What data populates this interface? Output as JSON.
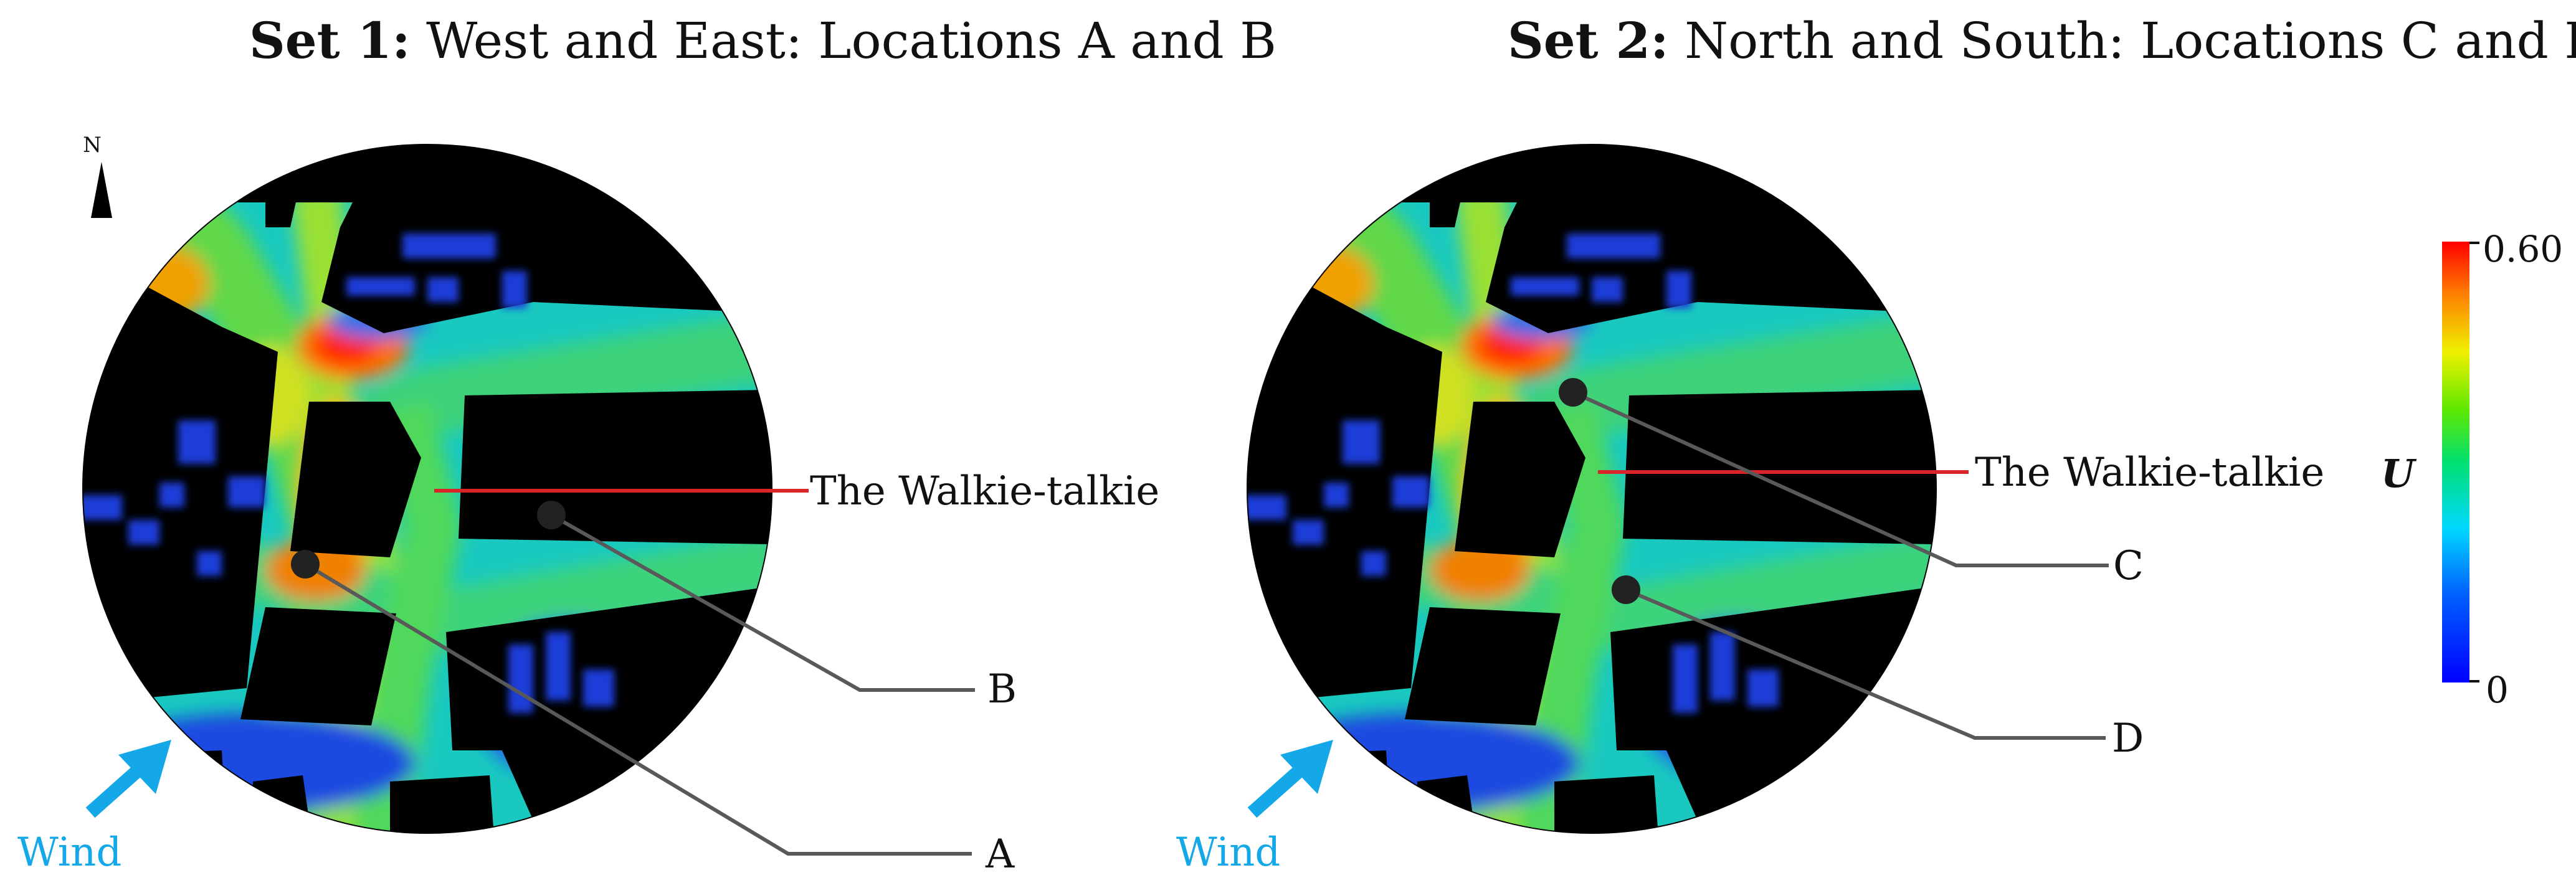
{
  "set1": {
    "title_bold": "Set 1:",
    "title_rest": " West and East: Locations A and B",
    "building_label": "The Walkie-talkie",
    "point_a": "A",
    "point_b": "B",
    "wind": "Wind"
  },
  "set2": {
    "title_bold": "Set 2:",
    "title_rest": " North and South: Locations C and D",
    "building_label": "The Walkie-talkie",
    "point_c": "C",
    "point_d": "D",
    "wind": "Wind"
  },
  "north_label": "N",
  "colorbar": {
    "variable": "U",
    "max_label": "0.60",
    "min_label": "0"
  },
  "colors": {
    "wind_arrow": "#14a8e8",
    "marker_line": "#595959",
    "building_line": "#d9252a"
  }
}
